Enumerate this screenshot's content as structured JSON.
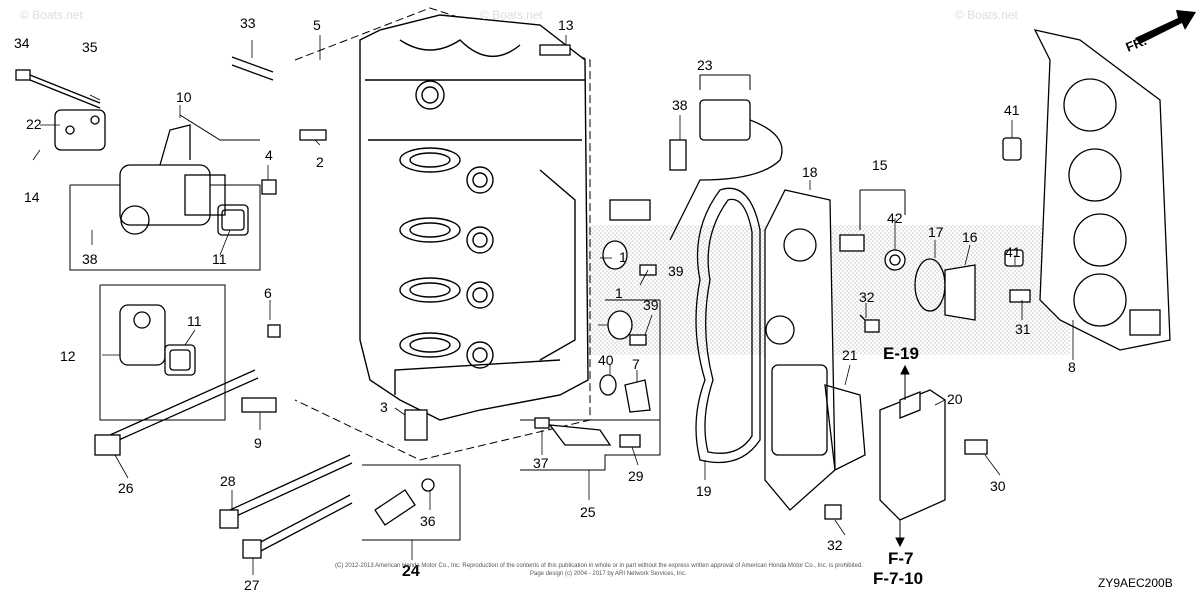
{
  "diagram": {
    "direction_label": "FR.",
    "diagram_code": "ZY9AEC200B",
    "copyright_line1": "(C) 2012-2013 American Honda Motor Co., Inc. Reproduction of the contents of this publication in whole or in part without the express written approval of American Honda Motor Co., Inc. is prohibited.",
    "copyright_line2": "Page design (c) 2004 - 2017 by ARI Network Services, Inc.",
    "watermark": "© Boats.net",
    "callouts": [
      {
        "id": "c34",
        "text": "34"
      },
      {
        "id": "c35",
        "text": "35"
      },
      {
        "id": "c10",
        "text": "10"
      },
      {
        "id": "c22",
        "text": "22"
      },
      {
        "id": "c14",
        "text": "14"
      },
      {
        "id": "c38a",
        "text": "38"
      },
      {
        "id": "c11a",
        "text": "11"
      },
      {
        "id": "c33",
        "text": "33"
      },
      {
        "id": "c5",
        "text": "5"
      },
      {
        "id": "c2",
        "text": "2"
      },
      {
        "id": "c4",
        "text": "4"
      },
      {
        "id": "c13",
        "text": "13"
      },
      {
        "id": "c23",
        "text": "23"
      },
      {
        "id": "c38b",
        "text": "38"
      },
      {
        "id": "c18",
        "text": "18"
      },
      {
        "id": "c15",
        "text": "15"
      },
      {
        "id": "c42",
        "text": "42"
      },
      {
        "id": "c17",
        "text": "17"
      },
      {
        "id": "c16",
        "text": "16"
      },
      {
        "id": "c41a",
        "text": "41"
      },
      {
        "id": "c41b",
        "text": "41"
      },
      {
        "id": "c31",
        "text": "31"
      },
      {
        "id": "c8",
        "text": "8"
      },
      {
        "id": "c1a",
        "text": "1"
      },
      {
        "id": "c39a",
        "text": "39"
      },
      {
        "id": "c1b",
        "text": "1"
      },
      {
        "id": "c39b",
        "text": "39"
      },
      {
        "id": "c40",
        "text": "40"
      },
      {
        "id": "c7",
        "text": "7"
      },
      {
        "id": "c32a",
        "text": "32"
      },
      {
        "id": "c21",
        "text": "21"
      },
      {
        "id": "c20",
        "text": "20"
      },
      {
        "id": "c6",
        "text": "6"
      },
      {
        "id": "c12",
        "text": "12"
      },
      {
        "id": "c11b",
        "text": "11"
      },
      {
        "id": "c9",
        "text": "9"
      },
      {
        "id": "c3",
        "text": "3"
      },
      {
        "id": "c26",
        "text": "26"
      },
      {
        "id": "c28",
        "text": "28"
      },
      {
        "id": "c27",
        "text": "27"
      },
      {
        "id": "c36",
        "text": "36"
      },
      {
        "id": "c24",
        "text": "24"
      },
      {
        "id": "c37",
        "text": "37"
      },
      {
        "id": "c29",
        "text": "29"
      },
      {
        "id": "c25",
        "text": "25"
      },
      {
        "id": "c19",
        "text": "19"
      },
      {
        "id": "c32b",
        "text": "32"
      },
      {
        "id": "c30",
        "text": "30"
      }
    ],
    "references": [
      {
        "id": "rE19",
        "text": "E-19"
      },
      {
        "id": "rF7",
        "text": "F-7"
      },
      {
        "id": "rF710",
        "text": "F-7-10"
      }
    ]
  }
}
